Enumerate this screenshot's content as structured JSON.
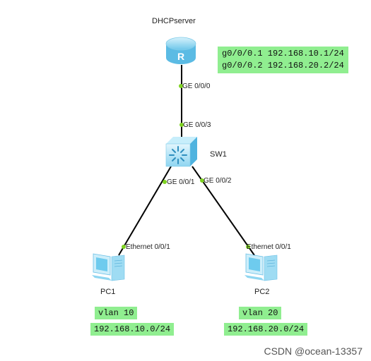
{
  "devices": {
    "router": {
      "name": "DHCPserver",
      "icon": "router-icon"
    },
    "switch": {
      "name": "SW1",
      "icon": "switch-icon"
    },
    "pc1": {
      "name": "PC1",
      "icon": "pc-icon"
    },
    "pc2": {
      "name": "PC2",
      "icon": "pc-icon"
    }
  },
  "router_config": {
    "line1": "g0/0/0.1 192.168.10.1/24",
    "line2": "g0/0/0.2 192.168.20.2/24"
  },
  "ports": {
    "router_ge000": "GE 0/0/0",
    "switch_ge003": "GE 0/0/3",
    "switch_ge001": "GE 0/0/1",
    "switch_ge002": "GE 0/0/2",
    "pc1_eth": "Ethernet 0/0/1",
    "pc2_eth": "Ethernet 0/0/1"
  },
  "pc1_notes": {
    "vlan": "vlan 10",
    "subnet": "192.168.10.0/24"
  },
  "pc2_notes": {
    "vlan": "vlan 20",
    "subnet": "192.168.20.0/24"
  },
  "watermark": "CSDN @ocean-13357",
  "colors": {
    "link": "#000000",
    "port_dot": "#7ed321",
    "note_bg": "#90ee90",
    "device_light": "#cdeefa",
    "device_mid": "#7fd0ee",
    "device_dark": "#3aa6d6"
  }
}
